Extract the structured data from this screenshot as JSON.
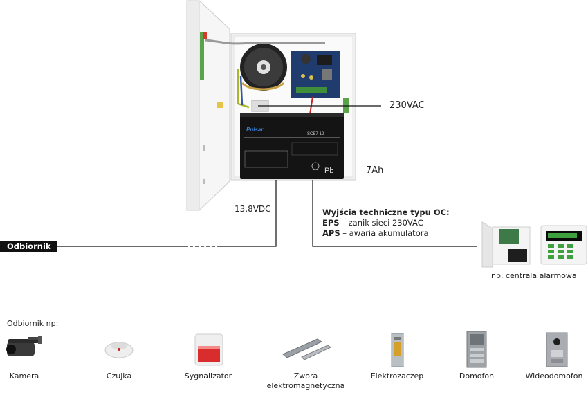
{
  "labels": {
    "vac": "230VAC",
    "battery_capacity": "7Ah",
    "dc_out": "13,8VDC",
    "receiver_tag": "Odbiornik",
    "alarm_panel": "np. centrala alarmowa",
    "receivers_example": "Odbiornik np:"
  },
  "outputs": {
    "heading": "Wyjścia techniczne typu OC:",
    "eps_key": "EPS",
    "eps_text": " – zanik sieci 230VAC",
    "aps_key": "APS",
    "aps_text": " – awaria akumulatora"
  },
  "battery": {
    "brand": "Pulsar",
    "model": "SCB7-12",
    "pb": "Pb"
  },
  "devices": [
    {
      "name": "Kamera",
      "icon": "camera-icon"
    },
    {
      "name": "Czujka",
      "icon": "smoke-detector-icon"
    },
    {
      "name": "Sygnalizator",
      "icon": "siren-icon"
    },
    {
      "name": "Zwora elektromagnetyczna",
      "line1": "Zwora",
      "line2": "elektromagnetyczna",
      "icon": "electromagnet-icon"
    },
    {
      "name": "Elektrozaczep",
      "icon": "door-strike-icon"
    },
    {
      "name": "Domofon",
      "icon": "intercom-icon"
    },
    {
      "name": "Wideodomofon",
      "icon": "video-intercom-icon"
    }
  ]
}
